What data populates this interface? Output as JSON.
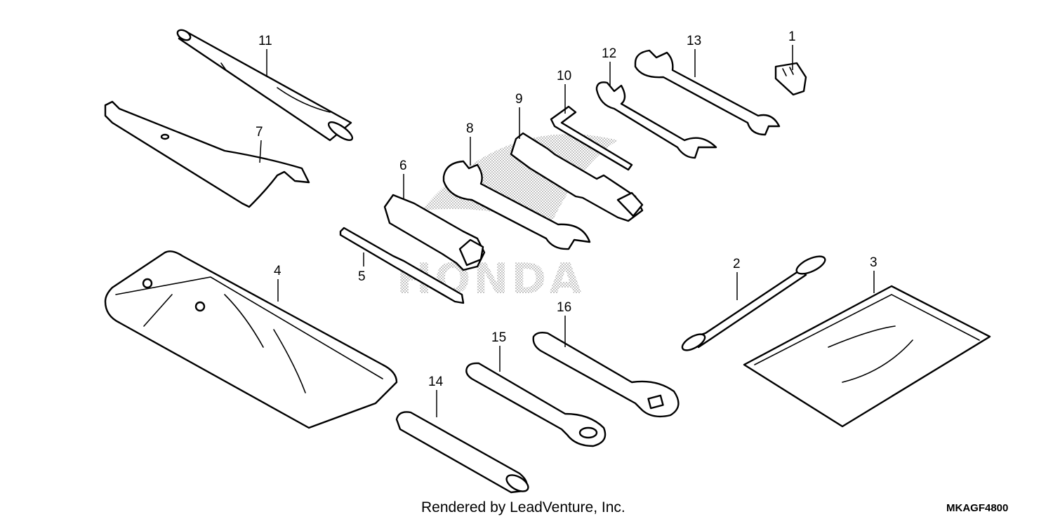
{
  "watermark": "HONDA",
  "credit": "Rendered by LeadVenture, Inc.",
  "diagram_code": "MKAGF4800",
  "callouts": [
    {
      "n": "11",
      "part": "tool-bag-tube"
    },
    {
      "n": "7",
      "part": "pin-spanner"
    },
    {
      "n": "12",
      "part": "open-end-wrench-small"
    },
    {
      "n": "13",
      "part": "open-end-wrench-large"
    },
    {
      "n": "1",
      "part": "tool-clip"
    },
    {
      "n": "10",
      "part": "hex-key"
    },
    {
      "n": "9",
      "part": "spark-plug-wrench"
    },
    {
      "n": "8",
      "part": "open-end-wrench-medium"
    },
    {
      "n": "6",
      "part": "box-socket"
    },
    {
      "n": "5",
      "part": "screwdriver"
    },
    {
      "n": "4",
      "part": "tool-bag"
    },
    {
      "n": "2",
      "part": "tool-strap"
    },
    {
      "n": "3",
      "part": "plastic-bag"
    },
    {
      "n": "16",
      "part": "box-wrench-large"
    },
    {
      "n": "15",
      "part": "box-wrench-small"
    },
    {
      "n": "14",
      "part": "handle-grip"
    }
  ]
}
